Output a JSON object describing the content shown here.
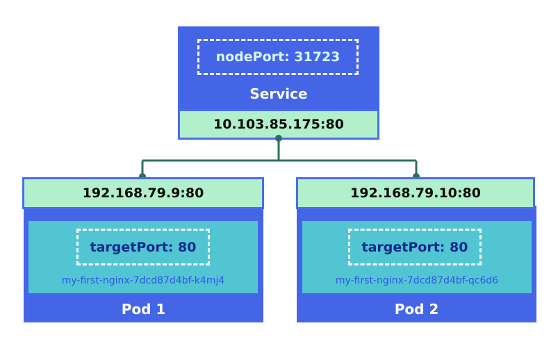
{
  "colors": {
    "service_blue": "#4466e6",
    "pod_blue": "#4466e6",
    "ip_fill": "#b2f0cc",
    "ip_border": "#4a6cf0",
    "inner_teal": "#52c5d3",
    "connector": "#2e6f62",
    "white_text": "#ffffff",
    "light_text": "#d8f6ff",
    "dark_text": "#0b0b0b",
    "navy_text": "#152a8a",
    "pod_name_text": "#2f55e6"
  },
  "service": {
    "node_port": "nodePort: 31723",
    "label": "Service",
    "ip": "10.103.85.175:80"
  },
  "pods": [
    {
      "ip": "192.168.79.9:80",
      "target_port": "targetPort: 80",
      "name": "my-first-nginx-7dcd87d4bf-k4mj4",
      "label": "Pod 1"
    },
    {
      "ip": "192.168.79.10:80",
      "target_port": "targetPort: 80",
      "name": "my-first-nginx-7dcd87d4bf-qc6d6",
      "label": "Pod 2"
    }
  ]
}
